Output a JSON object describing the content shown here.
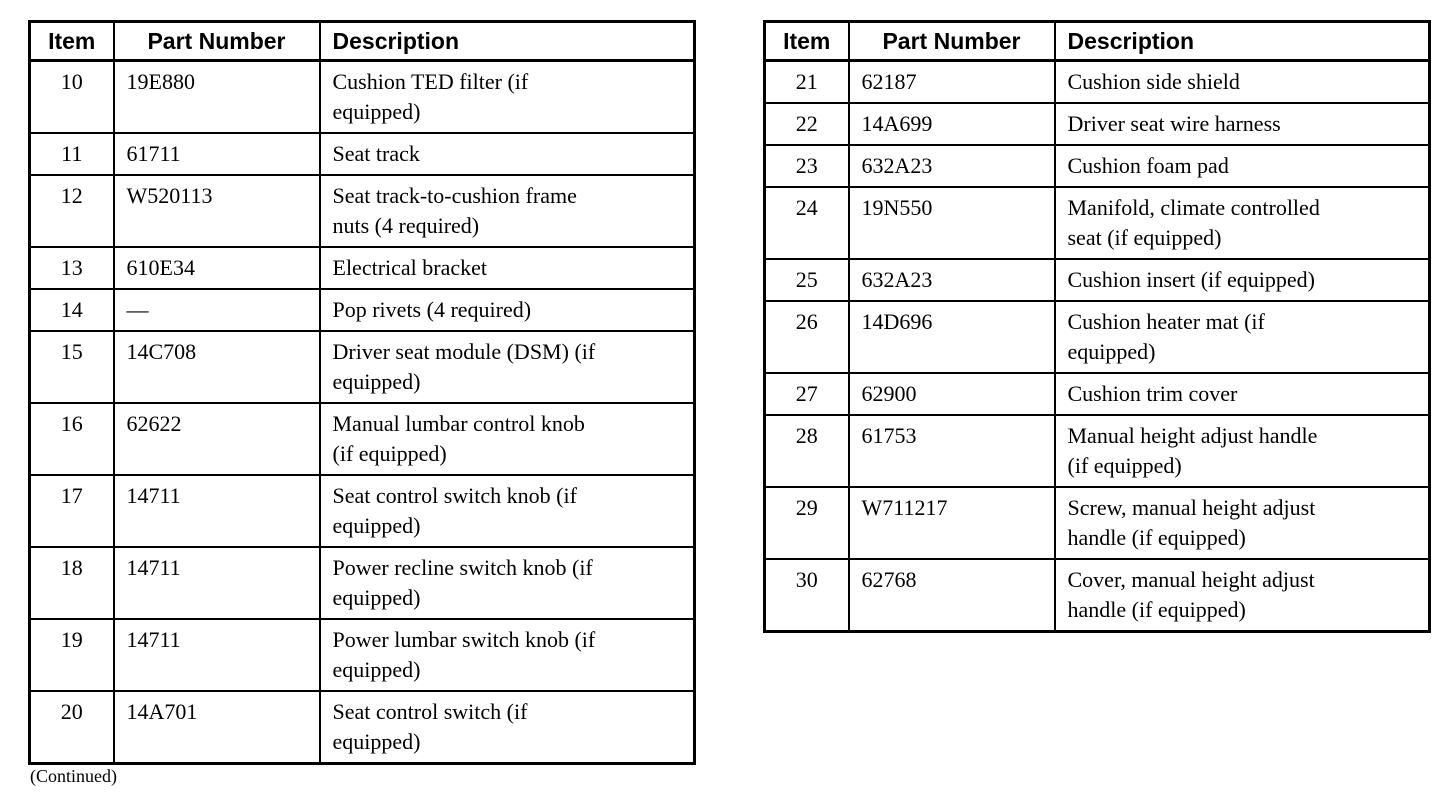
{
  "page": {
    "background": "#ffffff",
    "text_color": "#000000",
    "border_color": "#000000"
  },
  "continued_label": "(Continued)",
  "tables": [
    {
      "name": "parts-table-items-10-20",
      "headers": [
        "Item",
        "Part Number",
        "Description"
      ],
      "rows": [
        {
          "item": "10",
          "part": "19E880",
          "desc": "Cushion TED filter (if\nequipped)"
        },
        {
          "item": "11",
          "part": "61711",
          "desc": "Seat track"
        },
        {
          "item": "12",
          "part": "W520113",
          "desc": "Seat track-to-cushion frame\nnuts (4 required)"
        },
        {
          "item": "13",
          "part": "610E34",
          "desc": "Electrical bracket"
        },
        {
          "item": "14",
          "part": "—",
          "desc": "Pop rivets (4 required)"
        },
        {
          "item": "15",
          "part": "14C708",
          "desc": "Driver seat module (DSM) (if\nequipped)"
        },
        {
          "item": "16",
          "part": "62622",
          "desc": "Manual lumbar control knob\n(if equipped)"
        },
        {
          "item": "17",
          "part": "14711",
          "desc": "Seat control switch knob (if\nequipped)"
        },
        {
          "item": "18",
          "part": "14711",
          "desc": "Power recline switch knob (if\nequipped)"
        },
        {
          "item": "19",
          "part": "14711",
          "desc": "Power lumbar switch knob (if\nequipped)"
        },
        {
          "item": "20",
          "part": "14A701",
          "desc": "Seat control switch (if\nequipped)"
        }
      ]
    },
    {
      "name": "parts-table-items-21-30",
      "headers": [
        "Item",
        "Part Number",
        "Description"
      ],
      "rows": [
        {
          "item": "21",
          "part": "62187",
          "desc": "Cushion side shield"
        },
        {
          "item": "22",
          "part": "14A699",
          "desc": "Driver seat wire harness"
        },
        {
          "item": "23",
          "part": "632A23",
          "desc": "Cushion foam pad"
        },
        {
          "item": "24",
          "part": "19N550",
          "desc": "Manifold, climate controlled\nseat (if equipped)"
        },
        {
          "item": "25",
          "part": "632A23",
          "desc": "Cushion insert (if equipped)"
        },
        {
          "item": "26",
          "part": "14D696",
          "desc": "Cushion heater mat (if\nequipped)"
        },
        {
          "item": "27",
          "part": "62900",
          "desc": "Cushion trim cover"
        },
        {
          "item": "28",
          "part": "61753",
          "desc": "Manual height adjust handle\n(if equipped)"
        },
        {
          "item": "29",
          "part": "W711217",
          "desc": "Screw, manual height adjust\nhandle (if equipped)"
        },
        {
          "item": "30",
          "part": "62768",
          "desc": "Cover, manual height adjust\nhandle (if equipped)"
        }
      ]
    }
  ]
}
